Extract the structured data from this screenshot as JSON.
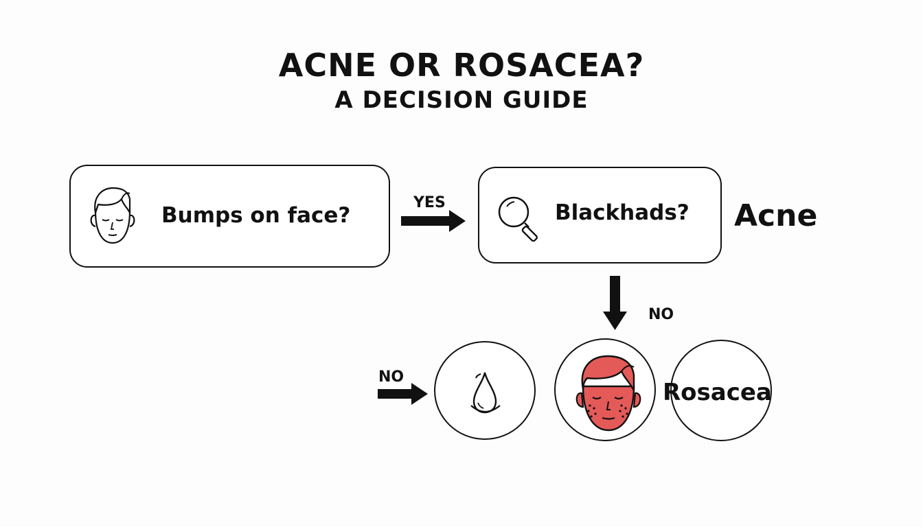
{
  "header": {
    "title": "ACNE OR ROSACEA?",
    "subtitle": "A DECISION GUIDE"
  },
  "nodes": {
    "question1": {
      "text": "Bumps on face?",
      "icon": "face-outline-icon"
    },
    "question2": {
      "text": "Blackhads?",
      "icon": "magnifier-icon"
    },
    "result_acne": {
      "text": "Acne"
    },
    "drop_node": {
      "icon": "water-drop-icon"
    },
    "red_face_node": {
      "icon": "red-face-icon"
    },
    "result_rosacea": {
      "text": "Rosacea"
    }
  },
  "edges": {
    "yes_label": "YES",
    "no_down_label": "NO",
    "no_left_label": "NO"
  },
  "colors": {
    "line": "#111111",
    "background": "#fdfdfd",
    "red_face_fill": "#e45a58"
  }
}
